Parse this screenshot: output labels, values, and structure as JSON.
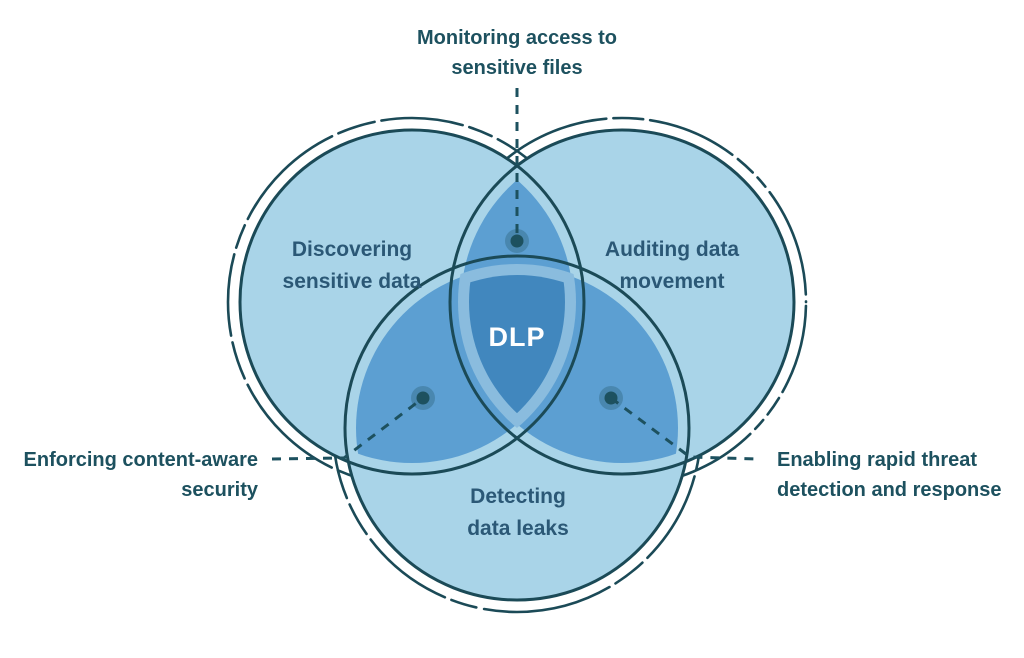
{
  "diagram": {
    "center_label": "DLP",
    "circles": [
      {
        "id": "discover",
        "lines": [
          "Discovering",
          "sensitive data"
        ]
      },
      {
        "id": "audit",
        "lines": [
          "Auditing data",
          "movement"
        ]
      },
      {
        "id": "detect",
        "lines": [
          "Detecting",
          "data leaks"
        ]
      }
    ],
    "annotations": {
      "top": {
        "lines": [
          "Monitoring access to",
          "sensitive files"
        ]
      },
      "left": {
        "lines": [
          "Enforcing content-aware",
          "security"
        ]
      },
      "right": {
        "lines": [
          "Enabling rapid threat",
          "detection and response"
        ]
      }
    }
  },
  "colors": {
    "bg": "#ffffff",
    "circle_fill": "#A9D4E8",
    "overlap_fill": "#5C9FD2",
    "center_band": "#8ABCDE",
    "center_fill": "#4187BE",
    "outline": "#1B4A57",
    "annotation": "#1D515F",
    "label_text": "#2B5876",
    "dlp_text": "#ffffff"
  }
}
